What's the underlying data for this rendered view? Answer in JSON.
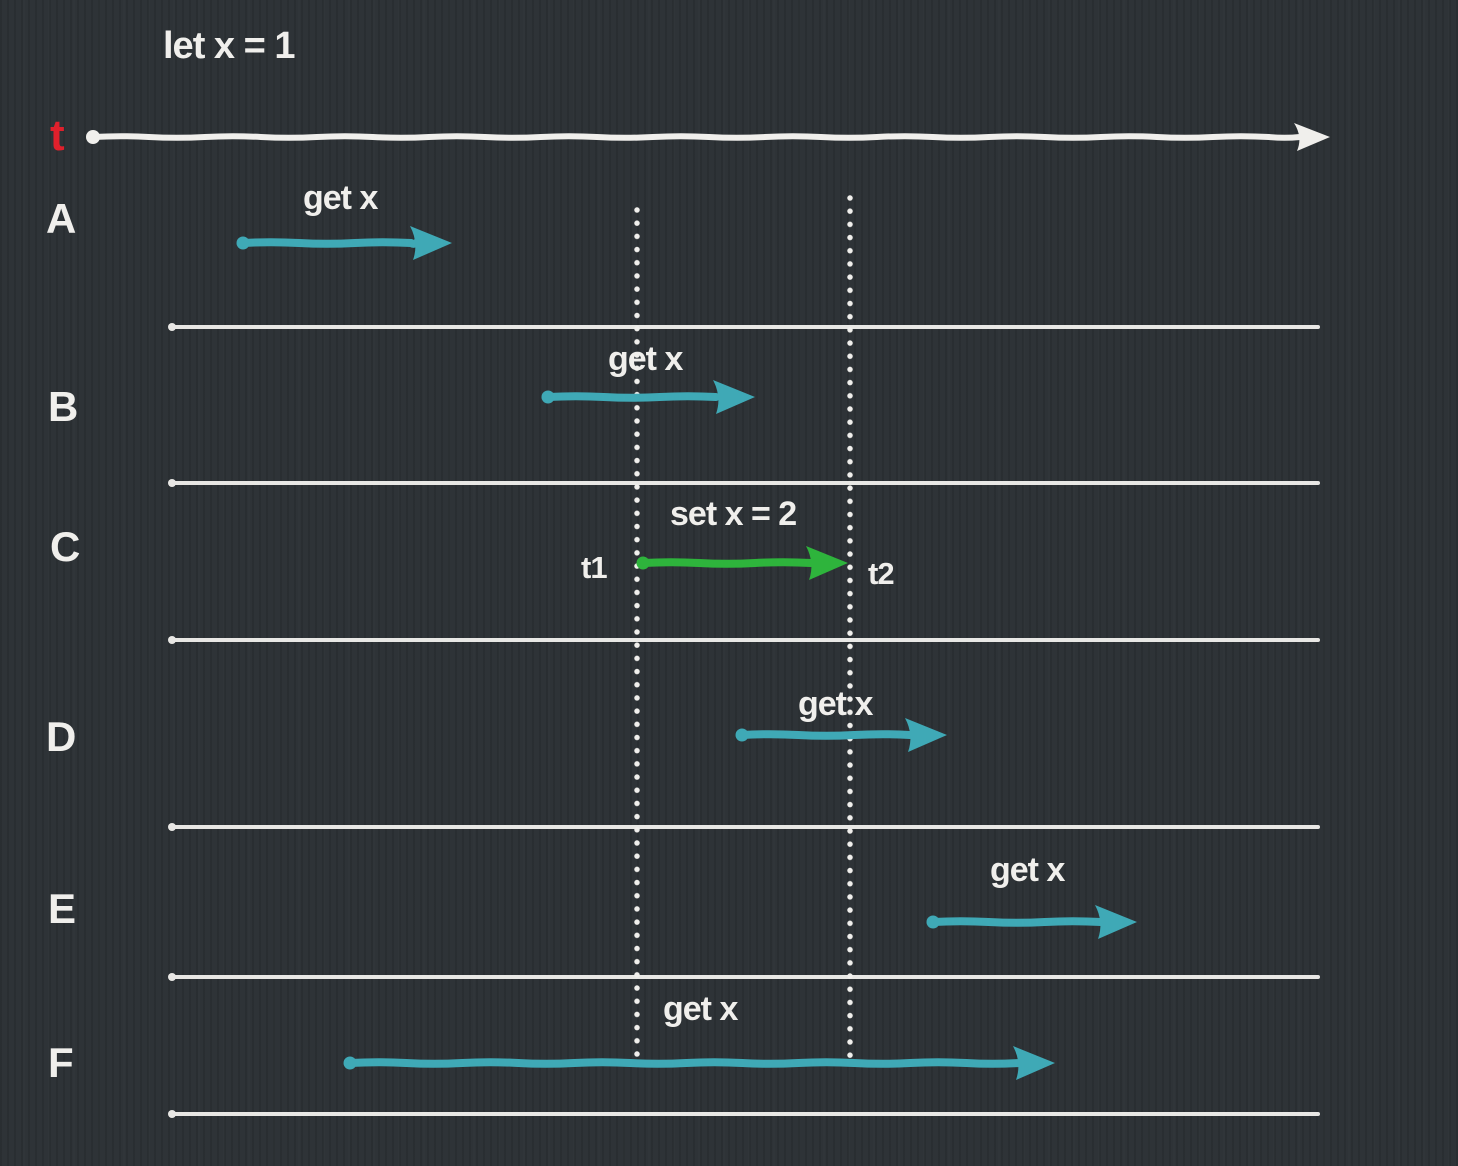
{
  "title": "let x = 1",
  "colors": {
    "background": "#2e3337",
    "foreground": "#f0efec",
    "time_axis_label": "#e0202c",
    "get_arrow": "#3fa9b6",
    "set_arrow": "#2eb43c"
  },
  "time_axis": {
    "label": "t"
  },
  "markers": {
    "t1": "t1",
    "t2": "t2"
  },
  "rows": [
    {
      "label": "A",
      "operation": "get x",
      "kind": "get"
    },
    {
      "label": "B",
      "operation": "get x",
      "kind": "get"
    },
    {
      "label": "C",
      "operation": "set x = 2",
      "kind": "set",
      "start_marker": "t1",
      "end_marker": "t2"
    },
    {
      "label": "D",
      "operation": "get x",
      "kind": "get"
    },
    {
      "label": "E",
      "operation": "get x",
      "kind": "get"
    },
    {
      "label": "F",
      "operation": "get x",
      "kind": "get"
    }
  ]
}
